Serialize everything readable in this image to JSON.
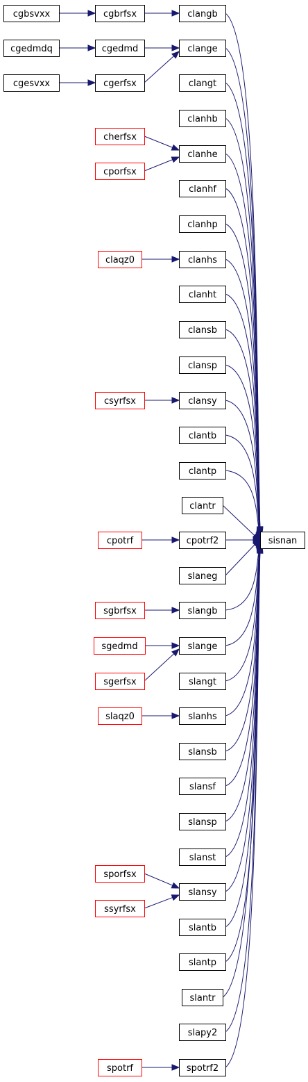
{
  "graph": {
    "target": "sisnan",
    "colors": {
      "edge": "#191970",
      "node_border": "#000000",
      "node_border_incomplete": "#ff0000",
      "target_fill": "#bfbfbf"
    },
    "nodes": [
      {
        "id": "cgbsvxx",
        "label": "cgbsvxx",
        "border": "black"
      },
      {
        "id": "cgedmdq",
        "label": "cgedmdq",
        "border": "black"
      },
      {
        "id": "cgesvxx",
        "label": "cgesvxx",
        "border": "black"
      },
      {
        "id": "cherfsx",
        "label": "cherfsx",
        "border": "red"
      },
      {
        "id": "cporfsx",
        "label": "cporfsx",
        "border": "red"
      },
      {
        "id": "claqz0",
        "label": "claqz0",
        "border": "red"
      },
      {
        "id": "csyrfsx",
        "label": "csyrfsx",
        "border": "red"
      },
      {
        "id": "cpotrf",
        "label": "cpotrf",
        "border": "red"
      },
      {
        "id": "sgbrfsx",
        "label": "sgbrfsx",
        "border": "red"
      },
      {
        "id": "sgedmd",
        "label": "sgedmd",
        "border": "red"
      },
      {
        "id": "sgerfsx",
        "label": "sgerfsx",
        "border": "red"
      },
      {
        "id": "slaqz0",
        "label": "slaqz0",
        "border": "red"
      },
      {
        "id": "sporfsx",
        "label": "sporfsx",
        "border": "red"
      },
      {
        "id": "ssyrfsx",
        "label": "ssyrfsx",
        "border": "red"
      },
      {
        "id": "spotrf",
        "label": "spotrf",
        "border": "red"
      },
      {
        "id": "cgbrfsx",
        "label": "cgbrfsx",
        "border": "black"
      },
      {
        "id": "cgedmd",
        "label": "cgedmd",
        "border": "black"
      },
      {
        "id": "cgerfsx",
        "label": "cgerfsx",
        "border": "black"
      },
      {
        "id": "clangb",
        "label": "clangb",
        "border": "black"
      },
      {
        "id": "clange",
        "label": "clange",
        "border": "black"
      },
      {
        "id": "clangt",
        "label": "clangt",
        "border": "black"
      },
      {
        "id": "clanhb",
        "label": "clanhb",
        "border": "black"
      },
      {
        "id": "clanhe",
        "label": "clanhe",
        "border": "black"
      },
      {
        "id": "clanhf",
        "label": "clanhf",
        "border": "black"
      },
      {
        "id": "clanhp",
        "label": "clanhp",
        "border": "black"
      },
      {
        "id": "clanhs",
        "label": "clanhs",
        "border": "black"
      },
      {
        "id": "clanht",
        "label": "clanht",
        "border": "black"
      },
      {
        "id": "clansb",
        "label": "clansb",
        "border": "black"
      },
      {
        "id": "clansp",
        "label": "clansp",
        "border": "black"
      },
      {
        "id": "clansy",
        "label": "clansy",
        "border": "black"
      },
      {
        "id": "clantb",
        "label": "clantb",
        "border": "black"
      },
      {
        "id": "clantp",
        "label": "clantp",
        "border": "black"
      },
      {
        "id": "clantr",
        "label": "clantr",
        "border": "black"
      },
      {
        "id": "cpotrf2",
        "label": "cpotrf2",
        "border": "black"
      },
      {
        "id": "slaneg",
        "label": "slaneg",
        "border": "black"
      },
      {
        "id": "slangb",
        "label": "slangb",
        "border": "black"
      },
      {
        "id": "slange",
        "label": "slange",
        "border": "black"
      },
      {
        "id": "slangt",
        "label": "slangt",
        "border": "black"
      },
      {
        "id": "slanhs",
        "label": "slanhs",
        "border": "black"
      },
      {
        "id": "slansb",
        "label": "slansb",
        "border": "black"
      },
      {
        "id": "slansf",
        "label": "slansf",
        "border": "black"
      },
      {
        "id": "slansp",
        "label": "slansp",
        "border": "black"
      },
      {
        "id": "slanst",
        "label": "slanst",
        "border": "black"
      },
      {
        "id": "slansy",
        "label": "slansy",
        "border": "black"
      },
      {
        "id": "slantb",
        "label": "slantb",
        "border": "black"
      },
      {
        "id": "slantp",
        "label": "slantp",
        "border": "black"
      },
      {
        "id": "slantr",
        "label": "slantr",
        "border": "black"
      },
      {
        "id": "slapy2",
        "label": "slapy2",
        "border": "black"
      },
      {
        "id": "spotrf2",
        "label": "spotrf2",
        "border": "black"
      },
      {
        "id": "sisnan",
        "label": "sisnan",
        "border": "black",
        "is_target": true
      }
    ],
    "edges": [
      {
        "from": "cgbsvxx",
        "to": "cgbrfsx"
      },
      {
        "from": "cgbrfsx",
        "to": "clangb"
      },
      {
        "from": "cgedmdq",
        "to": "cgedmd"
      },
      {
        "from": "cgedmd",
        "to": "clange"
      },
      {
        "from": "cgesvxx",
        "to": "cgerfsx"
      },
      {
        "from": "cgerfsx",
        "to": "clange"
      },
      {
        "from": "cherfsx",
        "to": "clanhe"
      },
      {
        "from": "cporfsx",
        "to": "clanhe"
      },
      {
        "from": "claqz0",
        "to": "clanhs"
      },
      {
        "from": "csyrfsx",
        "to": "clansy"
      },
      {
        "from": "cpotrf",
        "to": "cpotrf2"
      },
      {
        "from": "sgbrfsx",
        "to": "slangb"
      },
      {
        "from": "sgedmd",
        "to": "slange"
      },
      {
        "from": "sgerfsx",
        "to": "slange"
      },
      {
        "from": "slaqz0",
        "to": "slanhs"
      },
      {
        "from": "sporfsx",
        "to": "slansy"
      },
      {
        "from": "ssyrfsx",
        "to": "slansy"
      },
      {
        "from": "spotrf",
        "to": "spotrf2"
      },
      {
        "from": "clangb",
        "to": "sisnan"
      },
      {
        "from": "clange",
        "to": "sisnan"
      },
      {
        "from": "clangt",
        "to": "sisnan"
      },
      {
        "from": "clanhb",
        "to": "sisnan"
      },
      {
        "from": "clanhe",
        "to": "sisnan"
      },
      {
        "from": "clanhf",
        "to": "sisnan"
      },
      {
        "from": "clanhp",
        "to": "sisnan"
      },
      {
        "from": "clanhs",
        "to": "sisnan"
      },
      {
        "from": "clanht",
        "to": "sisnan"
      },
      {
        "from": "clansb",
        "to": "sisnan"
      },
      {
        "from": "clansp",
        "to": "sisnan"
      },
      {
        "from": "clansy",
        "to": "sisnan"
      },
      {
        "from": "clantb",
        "to": "sisnan"
      },
      {
        "from": "clantp",
        "to": "sisnan"
      },
      {
        "from": "clantr",
        "to": "sisnan"
      },
      {
        "from": "cpotrf2",
        "to": "sisnan"
      },
      {
        "from": "slaneg",
        "to": "sisnan"
      },
      {
        "from": "slangb",
        "to": "sisnan"
      },
      {
        "from": "slange",
        "to": "sisnan"
      },
      {
        "from": "slangt",
        "to": "sisnan"
      },
      {
        "from": "slanhs",
        "to": "sisnan"
      },
      {
        "from": "slansb",
        "to": "sisnan"
      },
      {
        "from": "slansf",
        "to": "sisnan"
      },
      {
        "from": "slansp",
        "to": "sisnan"
      },
      {
        "from": "slanst",
        "to": "sisnan"
      },
      {
        "from": "slansy",
        "to": "sisnan"
      },
      {
        "from": "slantb",
        "to": "sisnan"
      },
      {
        "from": "slantp",
        "to": "sisnan"
      },
      {
        "from": "slantr",
        "to": "sisnan"
      },
      {
        "from": "slapy2",
        "to": "sisnan"
      },
      {
        "from": "spotrf2",
        "to": "sisnan"
      }
    ]
  }
}
